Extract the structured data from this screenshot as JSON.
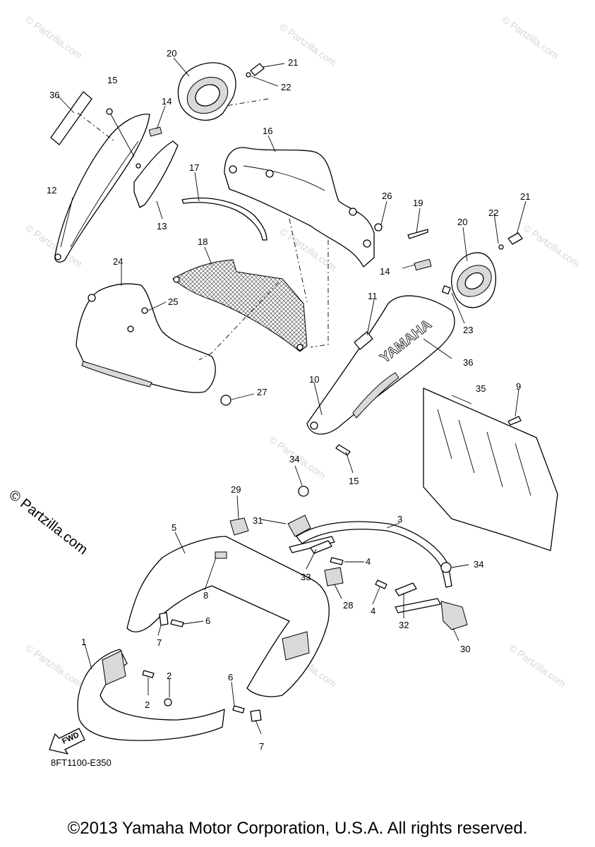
{
  "watermark_text": "© Partzilla.com",
  "side_watermark": "© Partzilla.com",
  "drawing_code": "8FT1100-E350",
  "fwd_label": "FWD",
  "brand_text": "YAMAHA",
  "copyright": "©2013 Yamaha Motor Corporation, U.S.A. All rights reserved.",
  "callouts": [
    "1",
    "2",
    "2",
    "3",
    "4",
    "4",
    "5",
    "6",
    "6",
    "7",
    "7",
    "8",
    "9",
    "10",
    "11",
    "12",
    "13",
    "14",
    "14",
    "15",
    "15",
    "16",
    "17",
    "18",
    "19",
    "20",
    "20",
    "21",
    "21",
    "22",
    "22",
    "23",
    "24",
    "25",
    "26",
    "27",
    "28",
    "29",
    "30",
    "31",
    "32",
    "33",
    "34",
    "34",
    "35",
    "36",
    "36"
  ]
}
